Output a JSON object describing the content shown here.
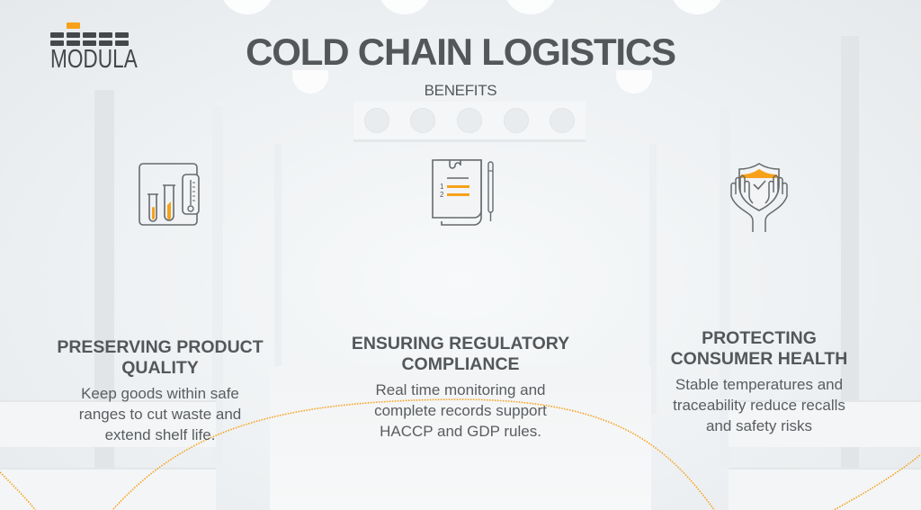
{
  "brand": {
    "logo_text": "MODULA",
    "accent_color": "#f7a11a",
    "text_color": "#54575a"
  },
  "header": {
    "title": "COLD CHAIN LOGISTICS",
    "subtitle": "BENEFITS"
  },
  "benefits": [
    {
      "icon": "test-tubes-thermometer-icon",
      "title_line1": "PRESERVING PRODUCT",
      "title_line2": "QUALITY",
      "desc_line1": "Keep goods within safe",
      "desc_line2": "ranges to cut waste and",
      "desc_line3": "extend shelf life."
    },
    {
      "icon": "clipboard-checklist-icon",
      "title_line1": "ENSURING REGULATORY",
      "title_line2": "COMPLIANCE",
      "list_numbers": [
        "1",
        "2"
      ],
      "desc_line1": "Real time monitoring and",
      "desc_line2": "complete records support",
      "desc_line3": "HACCP and GDP rules."
    },
    {
      "icon": "hands-shield-icon",
      "title_line1": "PROTECTING",
      "title_line2": "CONSUMER HEALTH",
      "desc_line1": "Stable temperatures and",
      "desc_line2": "traceability reduce recalls",
      "desc_line3": "and safety risks"
    }
  ]
}
